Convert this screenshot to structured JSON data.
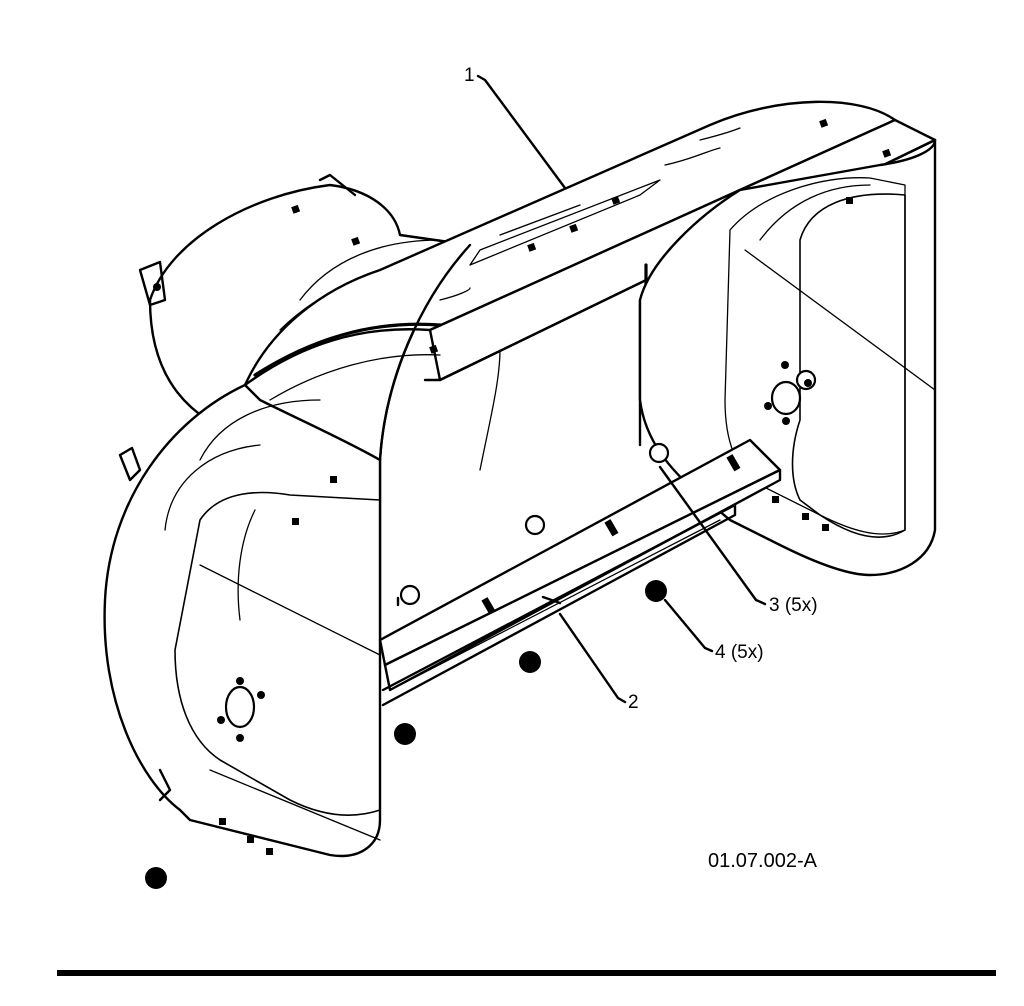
{
  "diagram": {
    "callouts": [
      {
        "id": "1",
        "label": "1"
      },
      {
        "id": "2",
        "label": "2"
      },
      {
        "id": "3",
        "label": "3 (5x)"
      },
      {
        "id": "4",
        "label": "4 (5x)"
      }
    ],
    "reference_code": "01.07.002-A"
  }
}
